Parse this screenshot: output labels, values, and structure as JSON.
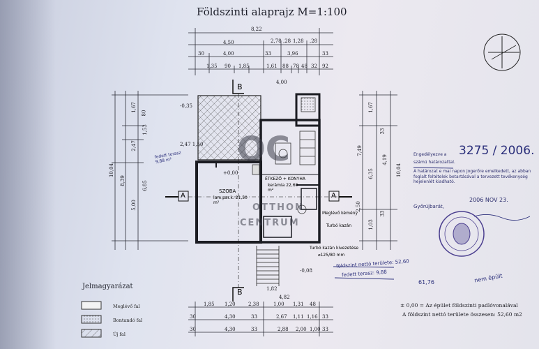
{
  "title": "Földszinti alaprajz   M=1:100",
  "sections": {
    "b_top": "B",
    "b_bottom": "B",
    "a_left": "A",
    "a_right": "A"
  },
  "rooms": {
    "szoba": "SZOBA",
    "szoba_detail": "lam.par.k. 21,50 m²",
    "etkezo": "ÉTKEZŐ + KONYHA",
    "etkezo_detail": "kerámia 22,60 m²",
    "meglevo_kemeny": "Meglévő kémény",
    "turbo_kazan": "Turbó kazán",
    "turbo_kivezetes": "Turbó kazán kivezetése",
    "kivezetes_dim": "⌀125/80 mm"
  },
  "top_dims": {
    "row1": [
      "8,22"
    ],
    "row2": [
      "4,50",
      "2,78",
      ",28",
      "1,28",
      ",28"
    ],
    "row3": [
      "4,00",
      "30",
      "33",
      "3,96",
      "33"
    ],
    "row4": [
      "1,35",
      "90",
      "1,85",
      "1,61",
      "88",
      "78",
      "48",
      "32",
      "92"
    ]
  },
  "left_dims": [
    "10,04",
    "8,39",
    "5,00",
    "1,67",
    "2,47",
    "80",
    "1,53",
    "6,85"
  ],
  "right_dims": [
    "1,67",
    "33",
    "4,19",
    "6,35",
    "7,49",
    "10,04",
    "33",
    "1,03",
    "2,50"
  ],
  "bottom_dims": {
    "row1": [
      "1,85",
      "1,20",
      "2,38",
      "1,00",
      "1,31",
      "48"
    ],
    "row2": [
      "30",
      "4,30",
      "33",
      "2,67",
      "1,11",
      "1,16",
      "33"
    ],
    "row3": [
      "30",
      "4,30",
      "33",
      "2,88",
      "2,00",
      "1,00",
      "33"
    ]
  },
  "misc_labels": {
    "ceiling_1": "+0,00",
    "ceiling_2": "-0,35",
    "ceiling_3": "-0,08",
    "dim_182": "1,82",
    "dim_400": "4,00",
    "dim_500": "5,00",
    "dim_250": "2,47 1,50",
    "dim_bottom_1": "1,82",
    "dim_bottom_2": "4,82"
  },
  "approval": {
    "line1": "Engedélyezve a",
    "number": "3275 / 2006.",
    "line2": "számú határozattal.",
    "body": "A határozat e mai napon jogerőre emelkedett, az abban foglalt feltételek betartásával a tervezett tevékenység hejelenlét kiadható.",
    "place": "Győrújbarát,",
    "date": "2006 NOV 23."
  },
  "handwritten": {
    "area_note": "földszint nettó területe: 52,60",
    "terrace": "fedett terasz: 9,88",
    "total": "61,76",
    "extra": "nem épült",
    "left_note": "fedett terasz 9,88 m²"
  },
  "notes": {
    "zero": "± 0,00 = Az épület földszinti padlóvonalával",
    "area": "A földszint nettó területe összesen: 52,60 m2"
  },
  "legend": {
    "title": "Jelmagyarázat",
    "items": [
      "Meglévő fal",
      "Bontandó fal",
      "Új fal"
    ]
  },
  "watermark": {
    "logo": "OC",
    "line1": "OTTHON",
    "line2": "CENTRUM"
  },
  "colors": {
    "ink": "#24252e",
    "pen": "#2a2e7a",
    "paper": "#e4e6ef"
  }
}
